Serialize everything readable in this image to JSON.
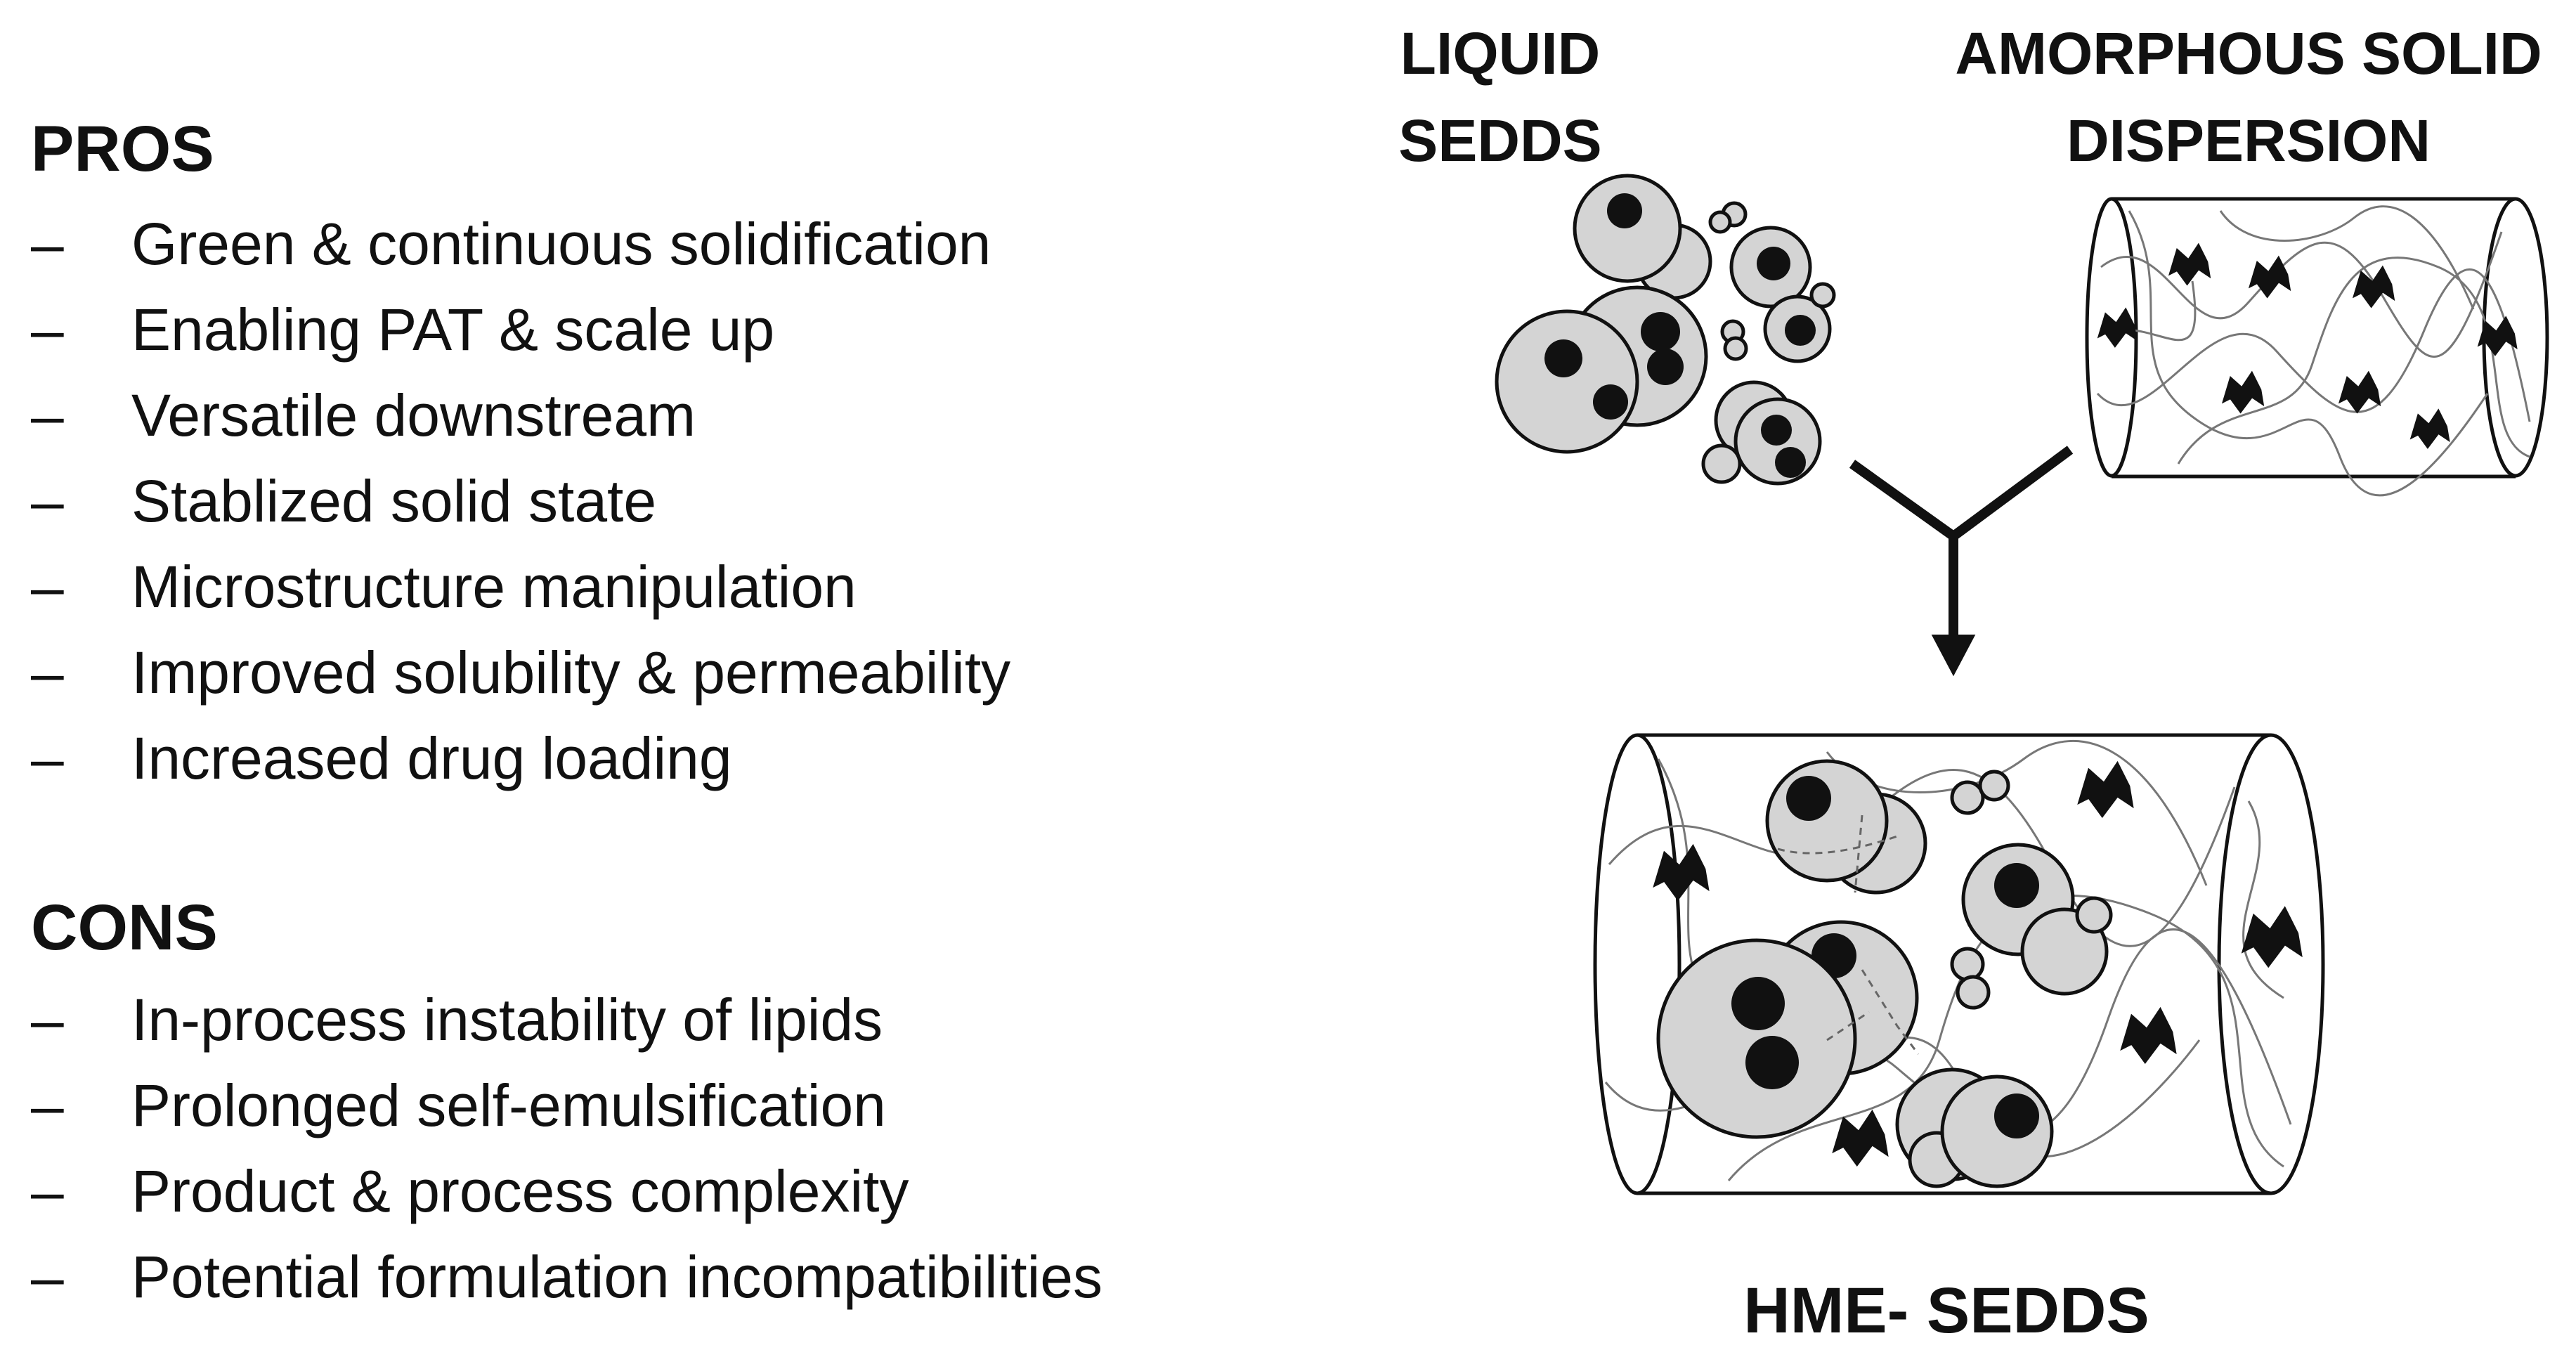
{
  "pros": {
    "title": "PROS",
    "items": [
      "Green & continuous solidification",
      "Enabling PAT & scale up",
      "Versatile downstream",
      "Stablized solid state",
      "Microstructure manipulation",
      "Improved solubility & permeability",
      "Increased drug loading"
    ]
  },
  "cons": {
    "title": "CONS",
    "items": [
      "In-process instability of lipids",
      "Prolonged self-emulsification",
      "Product & process complexity",
      "Potential formulation incompatibilities"
    ]
  },
  "bullet_symbol": "–",
  "diagram": {
    "liquid_label_line1": "LIQUID",
    "liquid_label_line2": "SEDDS",
    "asd_label_line1": "AMORPHOUS SOLID",
    "asd_label_line2": "DISPERSION",
    "result_label": "HME- SEDDS"
  },
  "colors": {
    "droplet_fill": "#d4d4d4",
    "stroke": "#111111",
    "background": "#ffffff"
  }
}
